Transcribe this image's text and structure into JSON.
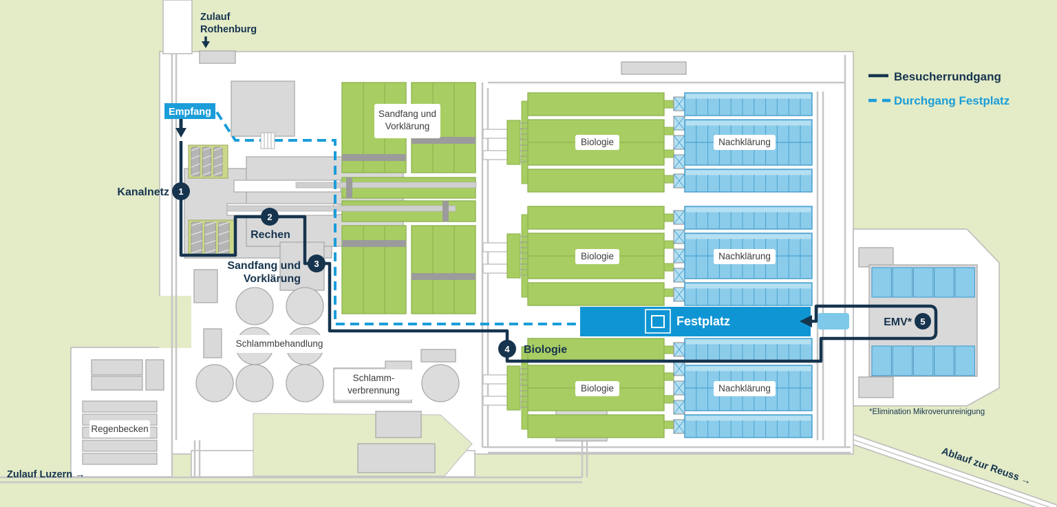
{
  "colors": {
    "background": "#e3ebc7",
    "plant_white": "#ffffff",
    "boundary": "#b9b9b9",
    "building": "#d9d9d9",
    "building_stroke": "#a9a9a9",
    "pipe": "#c6c6c6",
    "tank_green": "#a8cd62",
    "tank_green_stroke": "#8fb453",
    "crossbar_gray": "#9b9b9b",
    "pool_blue": "#8bccea",
    "pool_blue_stroke": "#4ba1d0",
    "pool_blue_light": "#b5e0f2",
    "festplatz_blue": "#0f95d3",
    "navy": "#16344e",
    "dash_blue": "#1b9dd9",
    "screw_bg": "#ccd889",
    "screw_stroke": "#a3b069"
  },
  "legend": {
    "items": [
      {
        "label": "Besucherrundgang",
        "style": "solid"
      },
      {
        "label": "Durchgang Festplatz",
        "style": "dashed"
      }
    ]
  },
  "labels": {
    "zulauf_rothenburg_line1": "Zulauf",
    "zulauf_rothenburg_line2": "Rothenburg",
    "zulauf_luzern": "Zulauf Luzern →",
    "ablauf_reuss": "Ablauf zur Reuss →",
    "empfang": "Empfang",
    "festplatz": "Festplatz",
    "footnote": "*Elimination Mikroverunreinigung"
  },
  "stations": [
    {
      "number": "1",
      "label": "Kanalnetz"
    },
    {
      "number": "2",
      "label": "Rechen"
    },
    {
      "number": "3",
      "label_line1": "Sandfang und",
      "label_line2": "Vorklärung"
    },
    {
      "number": "4",
      "label": "Biologie"
    },
    {
      "number": "5",
      "label": "EMV*"
    }
  ],
  "area_labels": {
    "sandfang_line1": "Sandfang und",
    "sandfang_line2": "Vorklärung",
    "biologie": "Biologie",
    "nachklaerung": "Nachklärung",
    "schlammbehandlung": "Schlammbehandlung",
    "schlammverbrennung_line1": "Schlamm-",
    "schlammverbrennung_line2": "verbrennung",
    "regenbecken": "Regenbecken"
  }
}
